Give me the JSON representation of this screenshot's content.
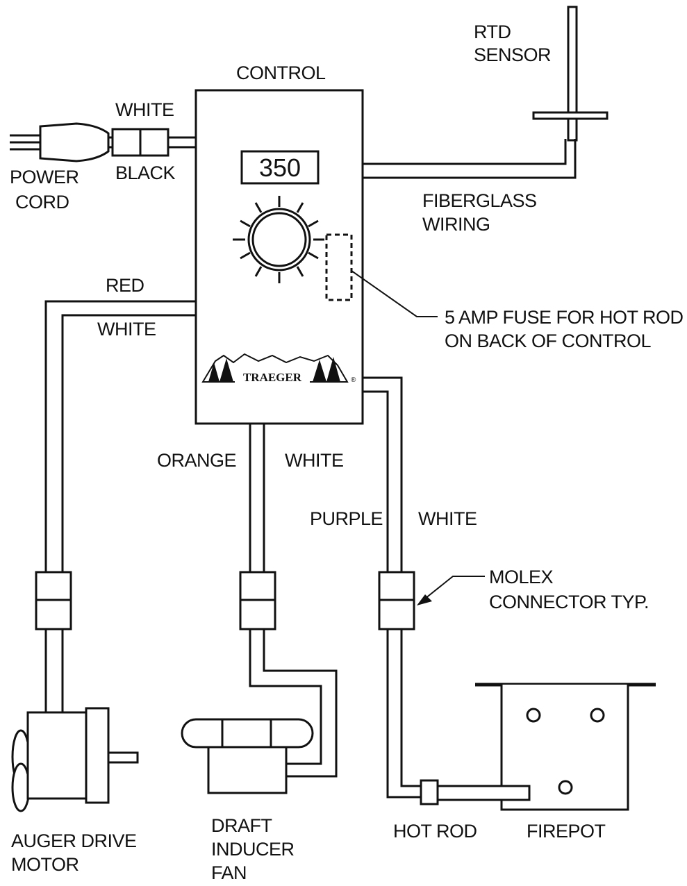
{
  "labels": {
    "rtd_sensor": [
      "RTD",
      "SENSOR"
    ],
    "control": "CONTROL",
    "white_power": "WHITE",
    "black_power": "BLACK",
    "power_cord": [
      "POWER",
      "CORD"
    ],
    "fiberglass_wiring": [
      "FIBERGLASS",
      "WIRING"
    ],
    "red": "RED",
    "white_auger": "WHITE",
    "fuse_note": [
      "5 AMP FUSE FOR HOT ROD",
      "ON BACK OF CONTROL"
    ],
    "orange": "ORANGE",
    "white_fan": "WHITE",
    "purple": "PURPLE",
    "white_hotrod": "WHITE",
    "molex": [
      "MOLEX",
      "CONNECTOR TYP."
    ],
    "auger_motor": [
      "AUGER DRIVE",
      "MOTOR"
    ],
    "draft_fan": [
      "DRAFT",
      "INDUCER",
      "FAN"
    ],
    "hot_rod": "HOT ROD",
    "firepot": "FIREPOT"
  },
  "display_value": "350",
  "brand_logo": "TRAEGER",
  "brand_mark": "®"
}
